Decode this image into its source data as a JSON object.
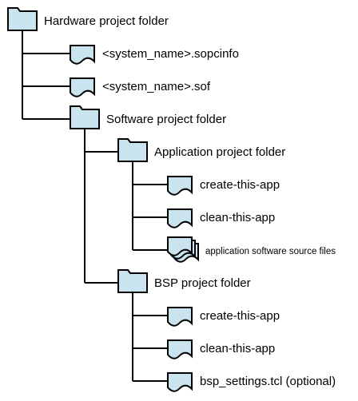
{
  "colors": {
    "icon_fill": "#c9e4ee",
    "icon_stroke": "#000000",
    "line": "#000000",
    "text": "#000000"
  },
  "tree": {
    "label": "Hardware project folder",
    "type": "folder",
    "children": [
      {
        "label": "<system_name>.sopcinfo",
        "type": "file"
      },
      {
        "label": "<system_name>.sof",
        "type": "file"
      },
      {
        "label": "Software project folder",
        "type": "folder",
        "children": [
          {
            "label": "Application project folder",
            "type": "folder",
            "children": [
              {
                "label": "create-this-app",
                "type": "file"
              },
              {
                "label": "clean-this-app",
                "type": "file"
              },
              {
                "label": "application software source files",
                "type": "files",
                "small": true
              }
            ]
          },
          {
            "label": "BSP project folder",
            "type": "folder",
            "children": [
              {
                "label": "create-this-app",
                "type": "file"
              },
              {
                "label": "clean-this-app",
                "type": "file"
              },
              {
                "label": "bsp_settings.tcl (optional)",
                "type": "file"
              }
            ]
          }
        ]
      }
    ]
  }
}
